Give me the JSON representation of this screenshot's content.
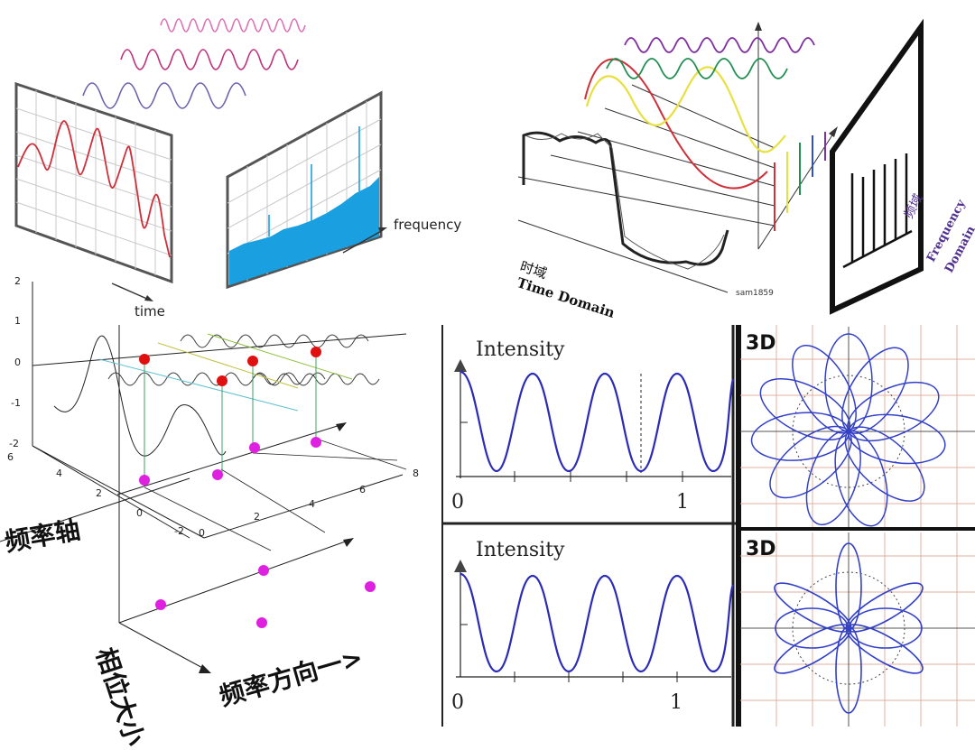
{
  "q1": {
    "time_label": "time",
    "frequency_label": "frequency"
  },
  "q2": {
    "time_domain_zh": "时域",
    "time_domain_en": "Time Domain",
    "freq_domain_zh": "频域",
    "freq_domain_en1": "Frequency",
    "freq_domain_en2": "Domain",
    "watermark": "sam1859"
  },
  "q3": {
    "z_ticks": [
      "2",
      "1",
      "0",
      "-1",
      "-2"
    ],
    "y_ticks": [
      "6",
      "4",
      "2",
      "0",
      "-2"
    ],
    "x_ticks": [
      "0",
      "2",
      "4",
      "6",
      "8"
    ],
    "freq_axis_label": "频率轴",
    "phase_label": "相位大小",
    "freq_dir_label": "频率方向一>"
  },
  "q4": {
    "top": {
      "ylabel": "Intensity",
      "tick0": "0",
      "tick1": "1"
    },
    "bottom": {
      "ylabel": "Intensity",
      "tick0": "0",
      "tick1": "1"
    }
  },
  "q5": {
    "top_badge": "3D",
    "bottom_badge": "3D"
  },
  "colors": {
    "red_wave": "#d0303a",
    "magenta_wave": "#c0307a",
    "pink_wave": "#e070b0",
    "violet_wave": "#7060b0",
    "spectrum": "#1aa0e0",
    "plot_blue": "#2b2bb8",
    "rose_blue": "#3340c8",
    "dot_red": "#e01010",
    "dot_magenta": "#e020e0"
  }
}
